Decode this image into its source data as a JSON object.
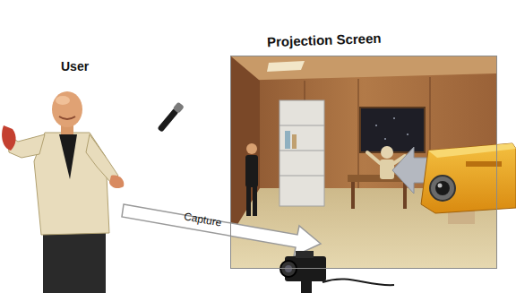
{
  "diagram": {
    "nodes": [
      {
        "text": [
          "Projection Screen"
        ]
      }
    ],
    "labels": [
      "User",
      "Capture"
    ]
  }
}
